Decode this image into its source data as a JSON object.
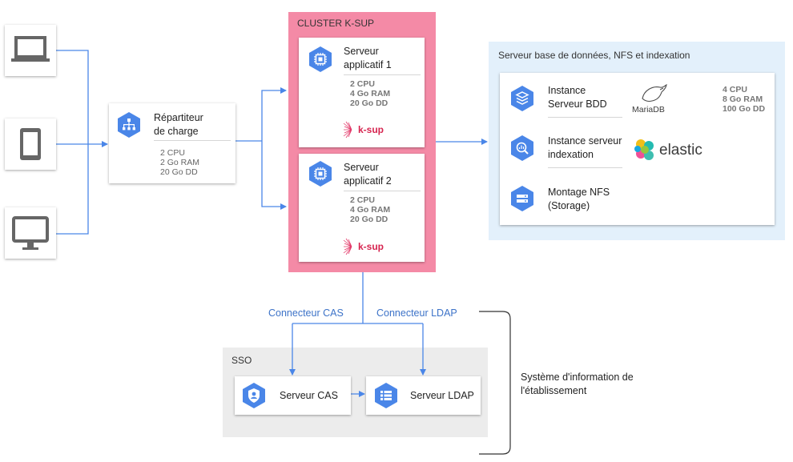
{
  "clients": [
    {
      "name": "laptop-icon"
    },
    {
      "name": "tablet-icon"
    },
    {
      "name": "desktop-icon"
    }
  ],
  "load_balancer": {
    "title_line1": "Répartiteur",
    "title_line2": "de charge",
    "specs": [
      "2 CPU",
      "2 Go RAM",
      "20 Go DD"
    ]
  },
  "cluster": {
    "title": "CLUSTER K-SUP",
    "color": "#f48aa6",
    "servers": [
      {
        "title_line1": "Serveur",
        "title_line2": "applicatif 1",
        "specs": [
          "2 CPU",
          "4 Go RAM",
          "20 Go DD"
        ],
        "logo": "k-sup"
      },
      {
        "title_line1": "Serveur",
        "title_line2": "applicatif 2",
        "specs": [
          "2 CPU",
          "4 Go RAM",
          "20 Go DD"
        ],
        "logo": "k-sup"
      }
    ]
  },
  "db_zone": {
    "title": "Serveur base de données, NFS et indexation",
    "items": [
      {
        "line1": "Instance",
        "line2": "Serveur BDD",
        "logo": "MariaDB"
      },
      {
        "line1": "Instance serveur",
        "line2": "indexation",
        "logo": "elastic"
      },
      {
        "line1": "Montage NFS",
        "line2": "(Storage)"
      }
    ],
    "specs": [
      "4 CPU",
      "8 Go RAM",
      "100 Go DD"
    ]
  },
  "connectors": {
    "cas": "Connecteur CAS",
    "ldap": "Connecteur LDAP"
  },
  "sso": {
    "title": "SSO",
    "cas_server": "Serveur CAS",
    "ldap_server": "Serveur LDAP"
  },
  "bracket_label": {
    "line1": "Système d'information de",
    "line2": "l'établissement"
  },
  "colors": {
    "accent_blue": "#4a86e8",
    "cluster_pink": "#f48aa6",
    "db_zone_bg": "#e3f0fb",
    "sso_zone_bg": "#ececec"
  }
}
